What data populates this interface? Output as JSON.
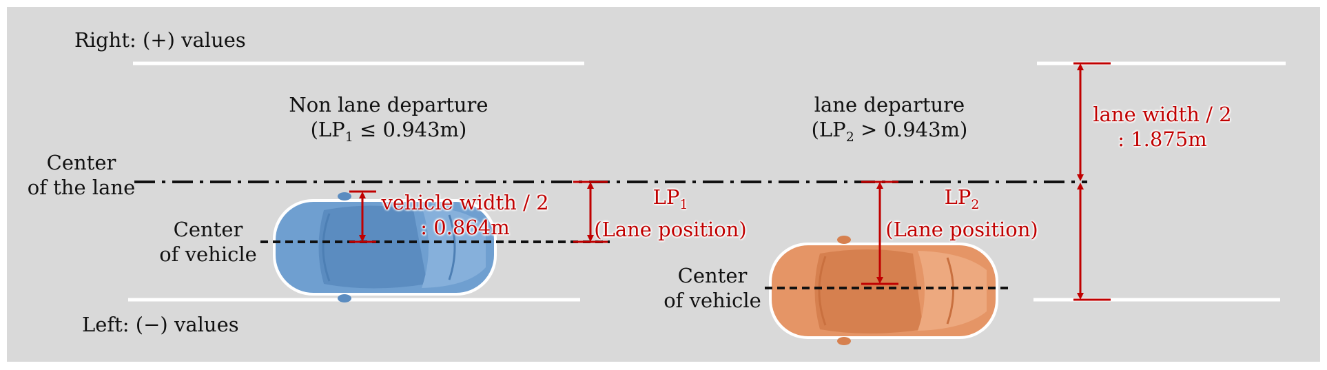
{
  "side_labels": {
    "right": "Right: (+) values",
    "left": "Left: (−) values"
  },
  "center_lane": {
    "line1": "Center",
    "line2": "of the lane"
  },
  "case_non_departure": {
    "title": "Non lane departure",
    "condition_prefix": "(LP",
    "condition_sub": "1",
    "condition_suffix": " ≤ 0.943m)",
    "vehicle_center_line1": "Center",
    "vehicle_center_line2": "of vehicle",
    "vehicle_width_line1": "vehicle width / 2",
    "vehicle_width_line2": ": 0.864m",
    "lp_symbol": "LP",
    "lp_sub": "1",
    "lp_desc": "(Lane position)"
  },
  "case_departure": {
    "title": "lane departure",
    "condition_prefix": "(LP",
    "condition_sub": "2",
    "condition_suffix": " > 0.943m)",
    "vehicle_center_line1": "Center",
    "vehicle_center_line2": "of vehicle",
    "lp_symbol": "LP",
    "lp_sub": "2",
    "lp_desc": "(Lane position)"
  },
  "lane_width": {
    "line1": "lane width / 2",
    "line2": ": 1.875m"
  },
  "colors": {
    "background": "#d9d9d9",
    "annotation_red": "#c00000",
    "vehicle_blue": "#6f9fd0",
    "vehicle_orange": "#e59566",
    "lane_marking": "#ffffff"
  }
}
